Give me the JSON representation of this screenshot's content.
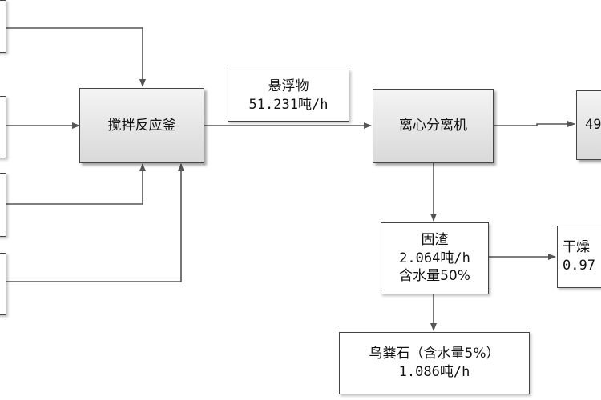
{
  "nodes": {
    "reactor": {
      "label": "搅拌反应釜"
    },
    "suspension": {
      "name": "悬浮物",
      "rate": "51.231吨/h"
    },
    "centrifuge": {
      "label": "离心分离机"
    },
    "right_top_cut": {
      "value": "49"
    },
    "solid_residue": {
      "name": "固渣",
      "rate": "2.064吨/h",
      "water": "含水量50%"
    },
    "dry_cut": {
      "name": "干燥",
      "value": "0.97"
    },
    "guano": {
      "name": "鸟粪石（含水量5%）",
      "rate": "1.086吨/h"
    }
  },
  "colors": {
    "line": "#555555",
    "border": "#444444"
  }
}
